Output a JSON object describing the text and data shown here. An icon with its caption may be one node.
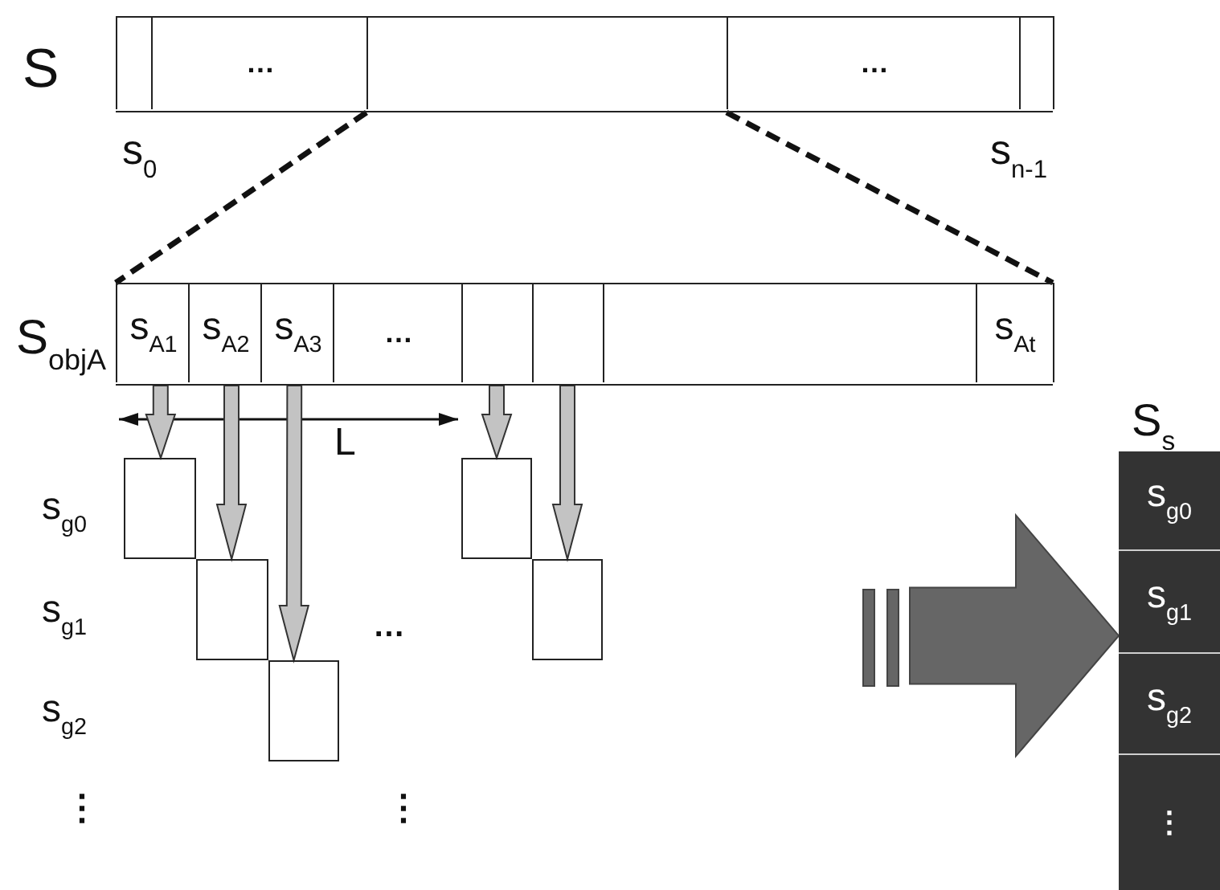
{
  "diagram": {
    "nodes": [
      {
        "text": [],
        "shape": "bar",
        "beside": [
          "S"
        ]
      },
      {
        "text": [],
        "shape": "box",
        "in": 0,
        "beside": [
          "s$_{0}$"
        ]
      },
      {
        "text": [
          "…"
        ],
        "in": 0
      },
      {
        "text": [],
        "shape": "box",
        "in": 0
      },
      {
        "text": [
          "…"
        ],
        "in": 0
      },
      {
        "text": [],
        "shape": "box",
        "in": 0,
        "beside": [
          "s$_{n-1}$"
        ]
      },
      {
        "text": [],
        "shape": "bar",
        "beside": [
          "S$_{objA}$"
        ]
      },
      {
        "text": [
          "s$_{A1}$"
        ],
        "in": 6
      },
      {
        "text": [
          "s$_{A2}$"
        ],
        "in": 6
      },
      {
        "text": [
          "s$_{A3}$"
        ],
        "in": 6
      },
      {
        "text": [
          "…"
        ],
        "in": 6
      },
      {
        "text": [],
        "shape": "box",
        "in": 6
      },
      {
        "text": [],
        "shape": "box",
        "in": 6
      },
      {
        "text": [],
        "shape": "box",
        "in": 6
      },
      {
        "text": [
          "s$_{At}$"
        ],
        "in": 6
      },
      {
        "text": [],
        "shape": "box"
      },
      {
        "text": [],
        "shape": "box"
      },
      {
        "text": [],
        "shape": "box"
      },
      {
        "text": [],
        "shape": "box"
      },
      {
        "text": [],
        "shape": "box"
      },
      {
        "text": [],
        "shape": "bar",
        "beside": [
          "S$_{s}$"
        ]
      },
      {
        "text": [
          "s$_{g0}$"
        ],
        "in": 20
      },
      {
        "text": [
          "s$_{g1}$"
        ],
        "in": 20
      },
      {
        "text": [
          "s$_{g2}$"
        ],
        "in": 20
      },
      {
        "text": [
          "⋮"
        ],
        "in": 20
      }
    ],
    "edges": [
      {
        "from": 3,
        "to": 6,
        "arrow": "none",
        "style": "dashed"
      },
      {
        "from": 3,
        "to": 6,
        "arrow": "none",
        "style": "dashed"
      },
      {
        "from": 7,
        "to": 15,
        "arrow": "to"
      },
      {
        "from": 8,
        "to": 16,
        "arrow": "to"
      },
      {
        "from": 9,
        "to": 17,
        "arrow": "to"
      },
      {
        "from": 11,
        "to": 18,
        "arrow": "to"
      },
      {
        "from": 12,
        "to": 19,
        "arrow": "to"
      },
      {
        "from": null,
        "to": 20,
        "arrow": "to",
        "style": "thick",
        "color": "#666666"
      }
    ],
    "labels": [
      "L",
      "s$_{g0}$",
      "s$_{g1}$",
      "s$_{g2}$",
      "⋮",
      "…",
      "⋮"
    ]
  }
}
